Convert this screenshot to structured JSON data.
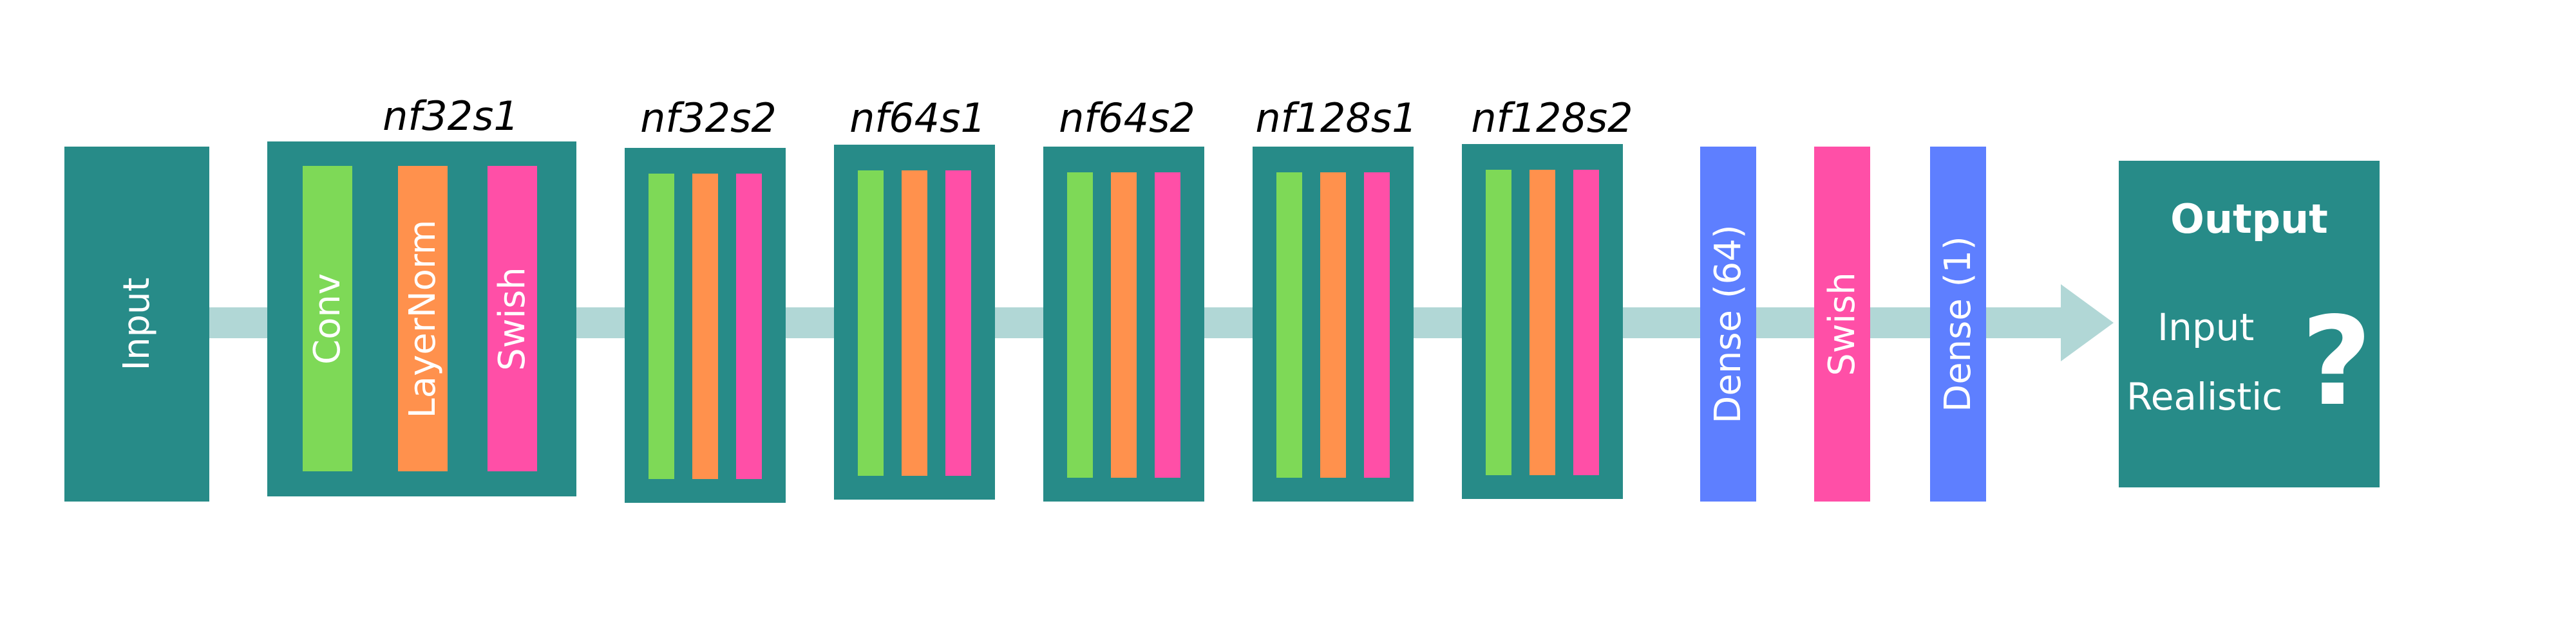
{
  "colors": {
    "block": "#278b88",
    "conv": "#7ed957",
    "layernorm": "#ff914d",
    "swish": "#ff4fa7",
    "dense": "#5e7fff",
    "arrow": "#b1d7d6"
  },
  "input_block": {
    "label": "Input"
  },
  "stages": [
    {
      "title": "nf32s1",
      "layers": [
        "Conv",
        "LayerNorm",
        "Swish"
      ]
    },
    {
      "title": "nf32s2"
    },
    {
      "title": "nf64s1"
    },
    {
      "title": "nf64s2"
    },
    {
      "title": "nf128s1"
    },
    {
      "title": "nf128s2"
    }
  ],
  "head": {
    "dense1": "Dense (64)",
    "swish": "Swish",
    "dense2": "Dense (1)"
  },
  "output": {
    "title": "Output",
    "line1": "Input",
    "line2": "Realistic",
    "mark": "?"
  }
}
